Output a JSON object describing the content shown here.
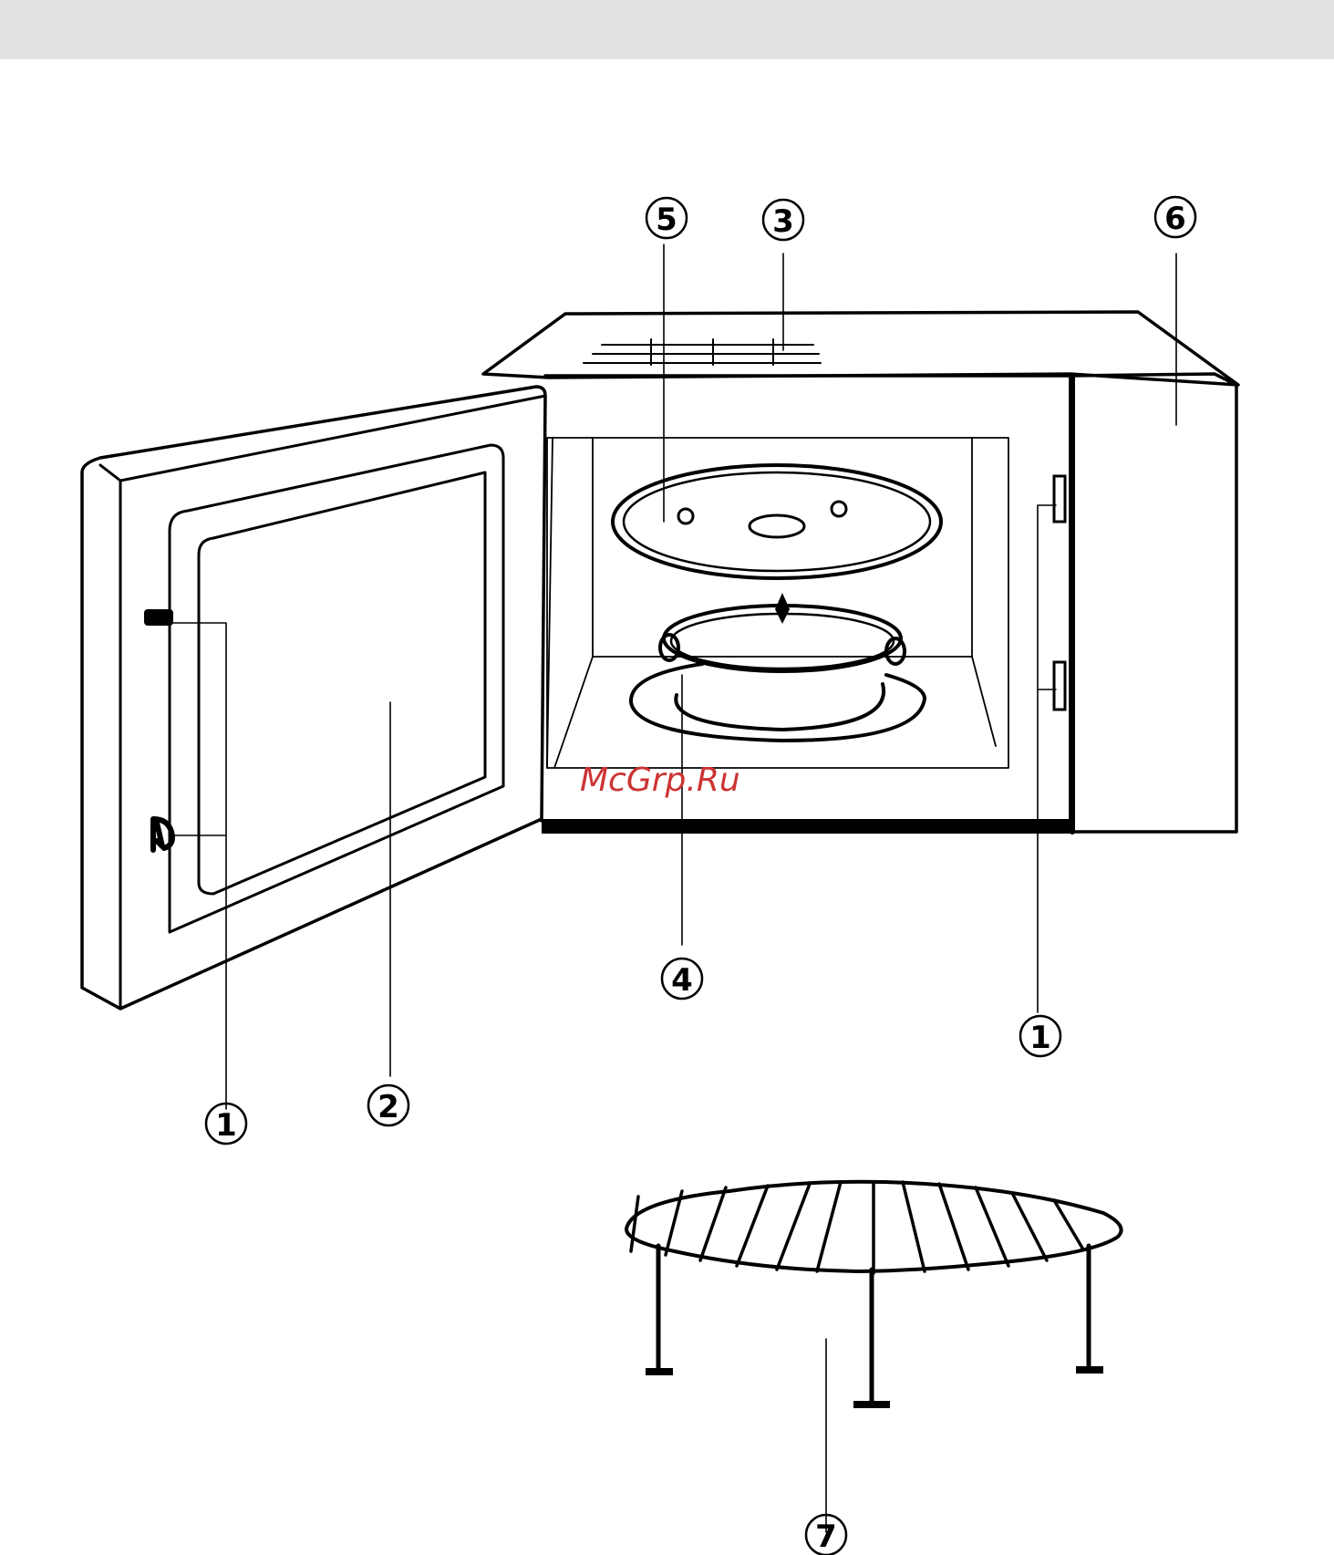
{
  "header": {
    "bar_color": "#e2e2e2"
  },
  "callouts": [
    {
      "id": "door-latch-left",
      "number": "1"
    },
    {
      "id": "door-window",
      "number": "2"
    },
    {
      "id": "waveguide-cover",
      "number": "3"
    },
    {
      "id": "roller-ring",
      "number": "4"
    },
    {
      "id": "glass-tray",
      "number": "5"
    },
    {
      "id": "control-panel",
      "number": "6"
    },
    {
      "id": "grill-rack",
      "number": "7"
    },
    {
      "id": "door-latch-right",
      "number": "1"
    }
  ],
  "watermark": {
    "text": "McGrp.Ru",
    "color": "#cc3333"
  }
}
